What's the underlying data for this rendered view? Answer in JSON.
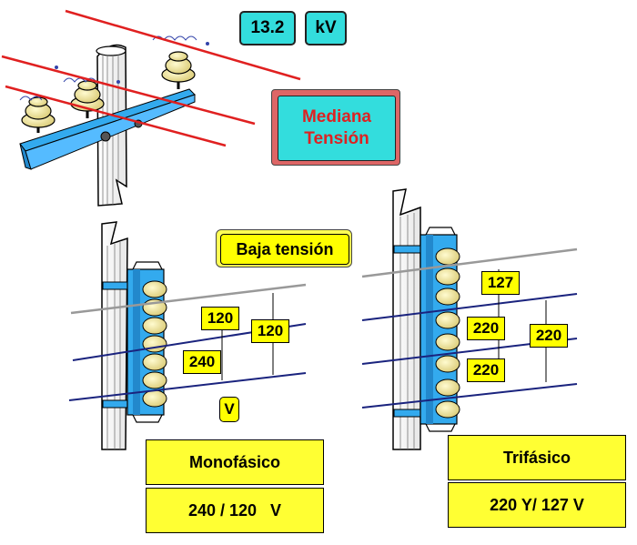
{
  "voltage": {
    "value": "13.2",
    "unit": "kV"
  },
  "medium_voltage": {
    "line1": "Mediana",
    "line2": "Tensión"
  },
  "low_voltage": {
    "title": "Baja tensión"
  },
  "single_phase": {
    "label_upper": "120",
    "label_lower": "240",
    "label_side": "120",
    "unit": "V",
    "title": "Monofásico",
    "value": "240 / 120   V"
  },
  "three_phase": {
    "label_top": "127",
    "label_mid": "220",
    "label_low": "220",
    "label_side": "220",
    "title": "Trifásico",
    "value": "220 Y/ 127 V"
  },
  "colors": {
    "mv_wire": "#e02020",
    "lv_wire": "#1a237e",
    "neutral_wire": "#999999",
    "crossarm": "#33aaee",
    "insulator": "#f2ea9a",
    "label_yellow": "#ffff00",
    "label_cyan": "#33dddd"
  }
}
